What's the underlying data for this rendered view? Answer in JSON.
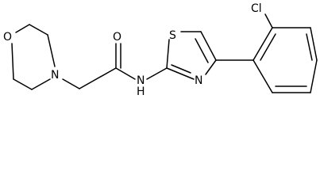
{
  "molecule": {
    "atoms": {
      "oxygen_ring": "O",
      "nitrogen_morpholine": "N",
      "oxygen_carbonyl": "O",
      "nitrogen_amide": "N",
      "hydrogen_amide": "H",
      "sulfur_thiazole": "S",
      "nitrogen_thiazole": "N",
      "chlorine": "Cl"
    }
  }
}
